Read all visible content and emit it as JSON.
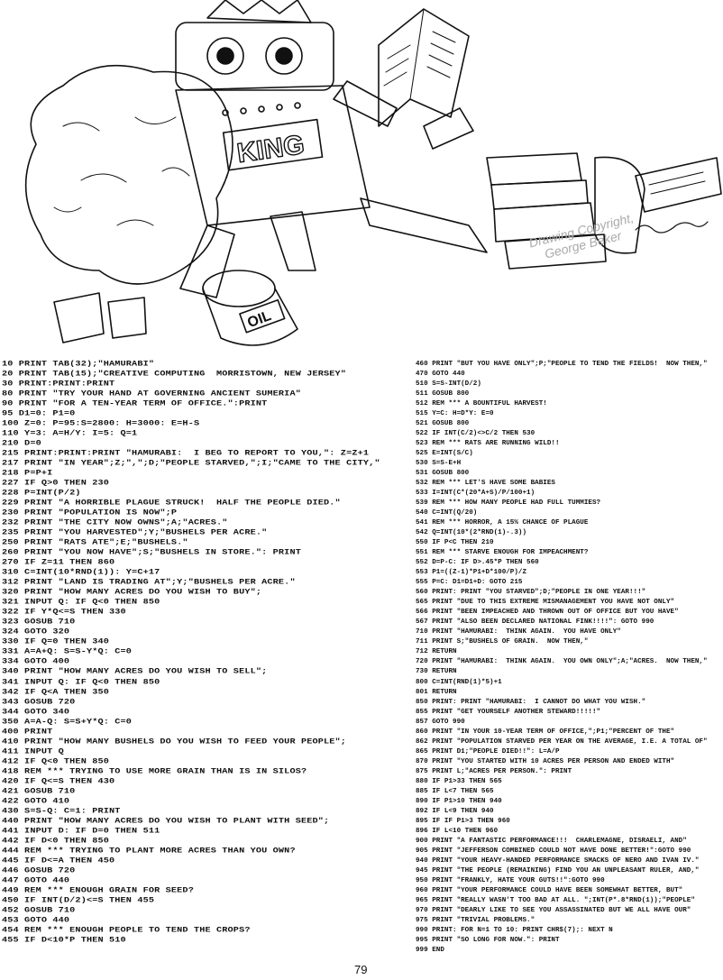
{
  "illustration": {
    "plate_text": "KING",
    "can_text": "OIL",
    "credit_line1": "Drawing Copyright,",
    "credit_line2": "George Beker"
  },
  "listing": {
    "left": [
      "10 PRINT TAB(32);\"HAMURABI\"",
      "20 PRINT TAB(15);\"CREATIVE COMPUTING  MORRISTOWN, NEW JERSEY\"",
      "30 PRINT:PRINT:PRINT",
      "80 PRINT \"TRY YOUR HAND AT GOVERNING ANCIENT SUMERIA\"",
      "90 PRINT \"FOR A TEN-YEAR TERM OF OFFICE.\":PRINT",
      "95 D1=0: P1=0",
      "100 Z=0: P=95:S=2800: H=3000: E=H-S",
      "110 Y=3: A=H/Y: I=5: Q=1",
      "210 D=0",
      "215 PRINT:PRINT:PRINT \"HAMURABI:  I BEG TO REPORT TO YOU,\": Z=Z+1",
      "217 PRINT \"IN YEAR\";Z;\",\";D;\"PEOPLE STARVED,\";I;\"CAME TO THE CITY,\"",
      "218 P=P+I",
      "227 IF Q>0 THEN 230",
      "228 P=INT(P/2)",
      "229 PRINT \"A HORRIBLE PLAGUE STRUCK!  HALF THE PEOPLE DIED.\"",
      "230 PRINT \"POPULATION IS NOW\";P",
      "232 PRINT \"THE CITY NOW OWNS\";A;\"ACRES.\"",
      "235 PRINT \"YOU HARVESTED\";Y;\"BUSHELS PER ACRE.\"",
      "250 PRINT \"RATS ATE\";E;\"BUSHELS.\"",
      "260 PRINT \"YOU NOW HAVE\";S;\"BUSHELS IN STORE.\": PRINT",
      "270 IF Z=11 THEN 860",
      "310 C=INT(10*RND(1)): Y=C+17",
      "312 PRINT \"LAND IS TRADING AT\";Y;\"BUSHELS PER ACRE.\"",
      "320 PRINT \"HOW MANY ACRES DO YOU WISH TO BUY\";",
      "321 INPUT Q: IF Q<0 THEN 850",
      "322 IF Y*Q<=S THEN 330",
      "323 GOSUB 710",
      "324 GOTO 320",
      "330 IF Q=0 THEN 340",
      "331 A=A+Q: S=S-Y*Q: C=0",
      "334 GOTO 400",
      "340 PRINT \"HOW MANY ACRES DO YOU WISH TO SELL\";",
      "341 INPUT Q: IF Q<0 THEN 850",
      "342 IF Q<A THEN 350",
      "343 GOSUB 720",
      "344 GOTO 340",
      "350 A=A-Q: S=S+Y*Q: C=0",
      "400 PRINT",
      "410 PRINT \"HOW MANY BUSHELS DO YOU WISH TO FEED YOUR PEOPLE\";",
      "411 INPUT Q",
      "412 IF Q<0 THEN 850",
      "418 REM *** TRYING TO USE MORE GRAIN THAN IS IN SILOS?",
      "420 IF Q<=S THEN 430",
      "421 GOSUB 710",
      "422 GOTO 410",
      "430 S=S-Q: C=1: PRINT",
      "440 PRINT \"HOW MANY ACRES DO YOU WISH TO PLANT WITH SEED\";",
      "441 INPUT D: IF D=0 THEN 511",
      "442 IF D<0 THEN 850",
      "444 REM *** TRYING TO PLANT MORE ACRES THAN YOU OWN?",
      "445 IF D<=A THEN 450",
      "446 GOSUB 720",
      "447 GOTO 440",
      "449 REM *** ENOUGH GRAIN FOR SEED?",
      "450 IF INT(D/2)<=S THEN 455",
      "452 GOSUB 710",
      "453 GOTO 440",
      "454 REM *** ENOUGH PEOPLE TO TEND THE CROPS?",
      "455 IF D<10*P THEN 510"
    ],
    "right": [
      "460 PRINT \"BUT YOU HAVE ONLY\";P;\"PEOPLE TO TEND THE FIELDS!  NOW THEN,\"",
      "470 GOTO 440",
      "510 S=S-INT(D/2)",
      "511 GOSUB 800",
      "512 REM *** A BOUNTIFUL HARVEST!",
      "515 Y=C: H=D*Y: E=0",
      "521 GOSUB 800",
      "522 IF INT(C/2)<>C/2 THEN 530",
      "523 REM *** RATS ARE RUNNING WILD!!",
      "525 E=INT(S/C)",
      "530 S=S-E+H",
      "531 GOSUB 800",
      "532 REM *** LET'S HAVE SOME BABIES",
      "533 I=INT(C*(20*A+S)/P/100+1)",
      "539 REM *** HOW MANY PEOPLE HAD FULL TUMMIES?",
      "540 C=INT(Q/20)",
      "541 REM *** HORROR, A 15% CHANCE OF PLAGUE",
      "542 Q=INT(10*(2*RND(1)-.3))",
      "550 IF P<C THEN 210",
      "551 REM *** STARVE ENOUGH FOR IMPEACHMENT?",
      "552 D=P-C: IF D>.45*P THEN 560",
      "553 P1=((Z-1)*P1+D*100/P)/Z",
      "555 P=C: D1=D1+D: GOTO 215",
      "560 PRINT: PRINT \"YOU STARVED\";D;\"PEOPLE IN ONE YEAR!!!\"",
      "565 PRINT \"DUE TO THIS EXTREME MISMANAGEMENT YOU HAVE NOT ONLY\"",
      "566 PRINT \"BEEN IMPEACHED AND THROWN OUT OF OFFICE BUT YOU HAVE\"",
      "567 PRINT \"ALSO BEEN DECLARED NATIONAL FINK!!!!\": GOTO 990",
      "710 PRINT \"HAMURABI:  THINK AGAIN.  YOU HAVE ONLY\"",
      "711 PRINT S;\"BUSHELS OF GRAIN.  NOW THEN,\"",
      "712 RETURN",
      "720 PRINT \"HAMURABI:  THINK AGAIN.  YOU OWN ONLY\";A;\"ACRES.  NOW THEN,\"",
      "730 RETURN",
      "800 C=INT(RND(1)*5)+1",
      "801 RETURN",
      "850 PRINT: PRINT \"HAMURABI:  I CANNOT DO WHAT YOU WISH.\"",
      "855 PRINT \"GET YOURSELF ANOTHER STEWARD!!!!!\"",
      "857 GOTO 990",
      "860 PRINT \"IN YOUR 10-YEAR TERM OF OFFICE,\";P1;\"PERCENT OF THE\"",
      "862 PRINT \"POPULATION STARVED PER YEAR ON THE AVERAGE, I.E. A TOTAL OF\"",
      "865 PRINT D1;\"PEOPLE DIED!!\": L=A/P",
      "870 PRINT \"YOU STARTED WITH 10 ACRES PER PERSON AND ENDED WITH\"",
      "875 PRINT L;\"ACRES PER PERSON.\": PRINT",
      "880 IF P1>33 THEN 565",
      "885 IF L<7 THEN 565",
      "890 IF P1>10 THEN 940",
      "892 IF L<9 THEN 940",
      "895 IF IF P1>3 THEN 960",
      "896 IF L<10 THEN 960",
      "900 PRINT \"A FANTASTIC PERFORMANCE!!!  CHARLEMAGNE, DISRAELI, AND\"",
      "905 PRINT \"JEFFERSON COMBINED COULD NOT HAVE DONE BETTER!\":GOTO 990",
      "940 PRINT \"YOUR HEAVY-HANDED PERFORMANCE SMACKS OF NERO AND IVAN IV.\"",
      "945 PRINT \"THE PEOPLE (REMAINING) FIND YOU AN UNPLEASANT RULER, AND,\"",
      "950 PRINT \"FRANKLY, HATE YOUR GUTS!!\":GOTO 990",
      "960 PRINT \"YOUR PERFORMANCE COULD HAVE BEEN SOMEWHAT BETTER, BUT\"",
      "965 PRINT \"REALLY WASN'T TOO BAD AT ALL. \";INT(P*.8*RND(1));\"PEOPLE\"",
      "970 PRINT \"DEARLY LIKE TO SEE YOU ASSASSINATED BUT WE ALL HAVE OUR\"",
      "975 PRINT \"TRIVIAL PROBLEMS.\"",
      "990 PRINT: FOR N=1 TO 10: PRINT CHR$(7);: NEXT N",
      "995 PRINT \"SO LONG FOR NOW.\": PRINT",
      "999 END"
    ]
  },
  "page_number": "79"
}
